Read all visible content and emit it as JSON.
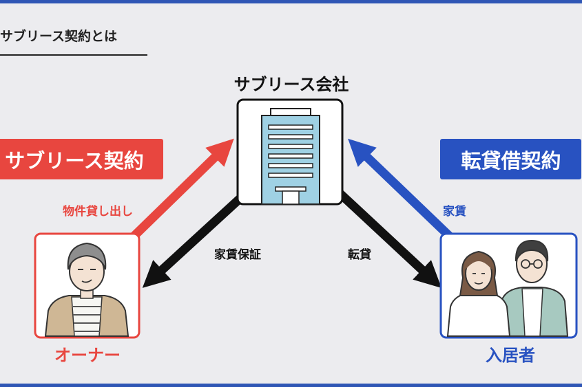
{
  "heading": "サブリース契約とは",
  "nodes": {
    "company": {
      "label": "サブリース会社"
    },
    "owner": {
      "label": "オーナー"
    },
    "tenant": {
      "label": "入居者"
    }
  },
  "contracts": {
    "left": "サブリース契約",
    "right": "転貸借契約"
  },
  "flows": {
    "owner_to_company": "物件貸し出し",
    "tenant_to_company": "家賃",
    "company_to_owner": "家賃保証",
    "company_to_tenant": "転貸"
  },
  "colors": {
    "red": "#e8463f",
    "blue": "#2852c1",
    "black": "#111111",
    "band": "#2f56b5"
  }
}
